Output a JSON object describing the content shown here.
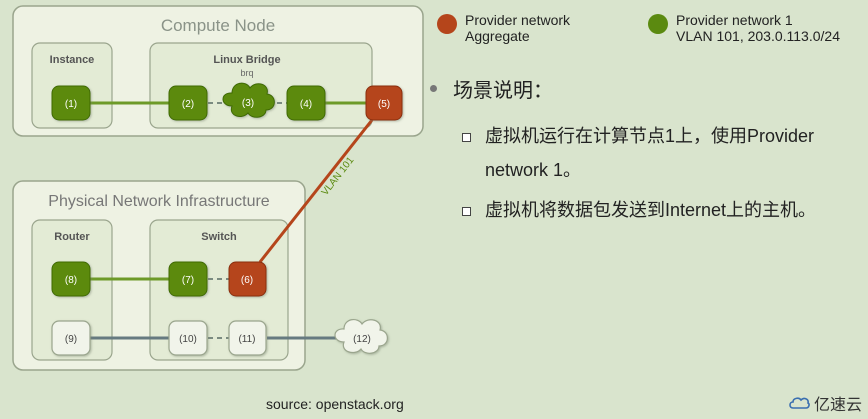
{
  "diagram": {
    "groups": {
      "compute_node": "Compute Node",
      "instance": "Instance",
      "linux_bridge": "Linux Bridge",
      "brq": "brq",
      "physical": "Physical Network Infrastructure",
      "router": "Router",
      "switch": "Switch"
    },
    "nodes": [
      "(1)",
      "(2)",
      "(3)",
      "(4)",
      "(5)",
      "(6)",
      "(7)",
      "(8)",
      "(9)",
      "(10)",
      "(11)",
      "(12)"
    ],
    "vlan_label": "VLAN 101"
  },
  "legend": {
    "aggregate": {
      "label": "Provider network\nAggregate",
      "color": "#b5451b"
    },
    "network1": {
      "label": "Provider network 1\nVLAN 101, 203.0.113.0/24",
      "color": "#5b8a10"
    }
  },
  "scenario": {
    "title": "场景说明：",
    "items": [
      "虚拟机运行在计算节点1上，使用Provider network 1。",
      "虚拟机将数据包发送到Internet上的主机。"
    ]
  },
  "source": "source: openstack.org",
  "watermark": "亿速云",
  "colors": {
    "green": "#5b8a10",
    "orange": "#b5451b",
    "gray_line": "#667a80",
    "box_fill": "#eef2e3",
    "box_border": "#9aa58d"
  }
}
